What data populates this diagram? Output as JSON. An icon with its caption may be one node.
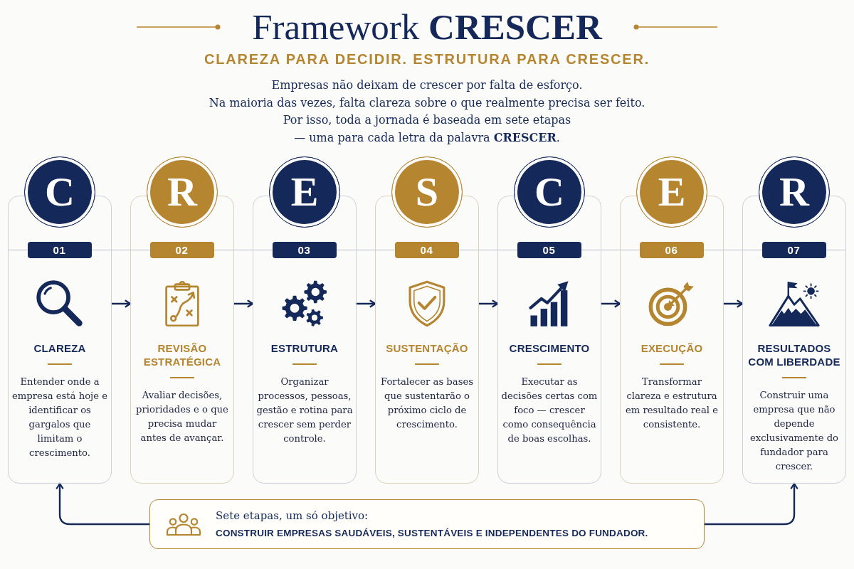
{
  "diagram": {
    "title": "Framework **CRESCER**",
    "nodes": [
      {
        "text": [
          "C"
        ]
      },
      {
        "text": [
          "CLAREZA",
          "Entender onde a empresa está hoje e identificar os gargalos que limitam o crescimento."
        ]
      },
      {
        "text": [
          "01"
        ],
        "in": 1
      },
      {
        "text": [
          "R"
        ]
      },
      {
        "text": [
          "REVISÃO ESTRATÉGICA",
          "Avaliar decisões, prioridades e o que precisa mudar antes de avançar."
        ]
      },
      {
        "text": [
          "02"
        ],
        "in": 4
      },
      {
        "text": [
          "E"
        ]
      },
      {
        "text": [
          "ESTRUTURA",
          "Organizar processos, pessoas, gestão e rotina para crescer sem perder controle."
        ]
      },
      {
        "text": [
          "03"
        ],
        "in": 7
      },
      {
        "text": [
          "S"
        ]
      },
      {
        "text": [
          "SUSTENTAÇÃO",
          "Fortalecer as bases que sustentarão o próximo ciclo de crescimento."
        ]
      },
      {
        "text": [
          "04"
        ],
        "in": 10
      },
      {
        "text": [
          "C"
        ]
      },
      {
        "text": [
          "CRESCIMENTO",
          "Executar as decisões certas com foco — crescer como consequência de boas escolhas."
        ]
      },
      {
        "text": [
          "05"
        ],
        "in": 13
      },
      {
        "text": [
          "E"
        ]
      },
      {
        "text": [
          "EXECUÇÃO",
          "Transformar clareza e estrutura em resultado real e consistente."
        ]
      },
      {
        "text": [
          "06"
        ],
        "in": 16
      },
      {
        "text": [
          "R"
        ]
      },
      {
        "text": [
          "RESULTADOS COM LIBERDADE",
          "Construir uma empresa que não depende exclusivamente do fundador para crescer."
        ]
      },
      {
        "text": [
          "07"
        ],
        "in": 19
      },
      {
        "text": [
          "Sete etapas, um só objetivo:",
          "CONSTRUIR EMPRESAS SAUDÁVEIS, SUSTENTÁVEIS E INDEPENDENTES DO FUNDADOR."
        ]
      }
    ],
    "edges": [
      {
        "from": 1,
        "to": 4,
        "arrow": "to"
      },
      {
        "from": 4,
        "to": 7,
        "arrow": "to"
      },
      {
        "from": 7,
        "to": 10,
        "arrow": "to"
      },
      {
        "from": 10,
        "to": 13,
        "arrow": "to"
      },
      {
        "from": 13,
        "to": 16,
        "arrow": "to"
      },
      {
        "from": 16,
        "to": 19,
        "arrow": "to"
      },
      {
        "from": 21,
        "to": 1,
        "arrow": "to"
      },
      {
        "from": 21,
        "to": 19,
        "arrow": "to"
      }
    ],
    "labels": [
      "CLAREZA PARA DECIDIR. ESTRUTURA PARA CRESCER.",
      "Empresas não deixam de crescer por falta de esforço.",
      "Na maioria das vezes, falta clareza sobre o que realmente precisa ser feito.",
      "Por isso, toda a jornada é baseada em sete etapas — uma para cada letra da palavra **CRESCER**."
    ]
  }
}
